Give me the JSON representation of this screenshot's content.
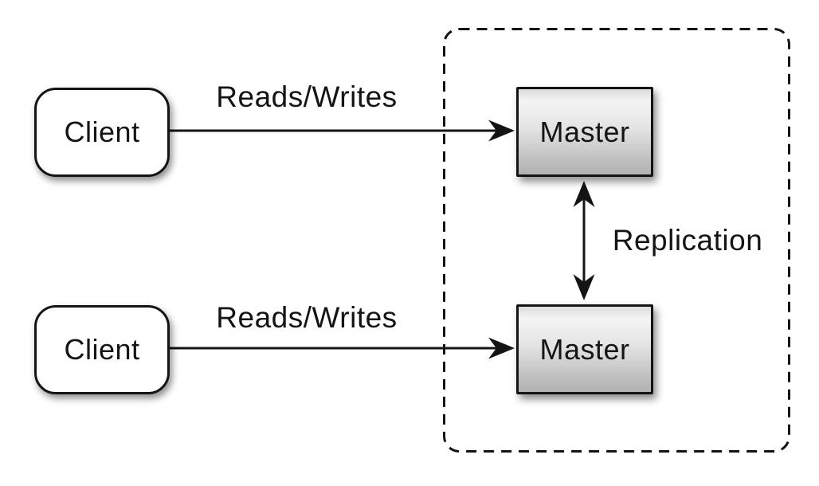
{
  "diagram": {
    "background": "#ffffff",
    "line_color": "#141414",
    "nodes": {
      "client_top": {
        "label": "Client",
        "shape": "rounded-rect",
        "fill": "#ffffff"
      },
      "client_bottom": {
        "label": "Client",
        "shape": "rounded-rect",
        "fill": "#ffffff"
      },
      "master_top": {
        "label": "Master",
        "shape": "rect",
        "fill_gradient": [
          "#f4f4f4",
          "#b1b1b1"
        ]
      },
      "master_bottom": {
        "label": "Master",
        "shape": "rect",
        "fill_gradient": [
          "#f4f4f4",
          "#b1b1b1"
        ]
      }
    },
    "edges": {
      "reads_writes_top": {
        "label": "Reads/Writes",
        "from": "client_top",
        "to": "master_top",
        "arrow": "single"
      },
      "reads_writes_bottom": {
        "label": "Reads/Writes",
        "from": "client_bottom",
        "to": "master_bottom",
        "arrow": "single"
      },
      "replication": {
        "label": "Replication",
        "from": "master_top",
        "to": "master_bottom",
        "arrow": "double"
      }
    },
    "cluster": {
      "border_style": "dashed",
      "contains": [
        "master_top",
        "master_bottom"
      ]
    }
  }
}
